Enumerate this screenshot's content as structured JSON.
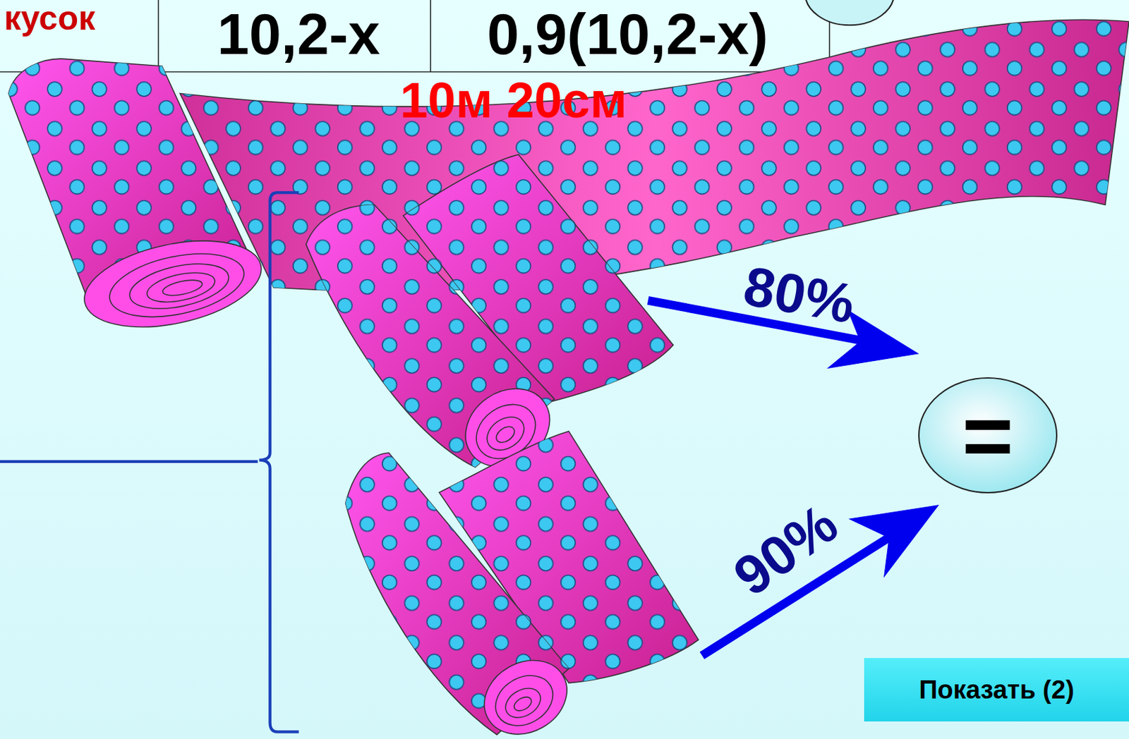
{
  "diagram": {
    "nodes": [
      {
        "text": [
          "="
        ]
      },
      {
        "text": [
          "Показать (2)"
        ]
      }
    ],
    "labels": [
      "кусок",
      "10,2-x",
      "0,9(10,2-x)",
      "10м 20см",
      "80%",
      "90%"
    ]
  }
}
